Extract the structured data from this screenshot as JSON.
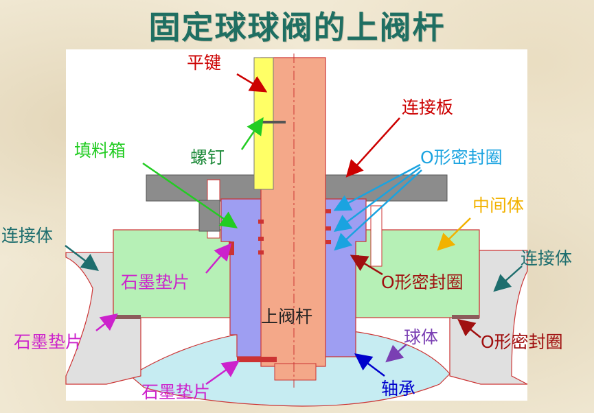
{
  "title": "固定球球阀的上阀杆",
  "labels": {
    "flat_key": "平键",
    "connecting_plate": "连接板",
    "stuffing_box": "填料箱",
    "screw": "螺钉",
    "o_ring_top": "O形密封圈",
    "middle_body": "中间体",
    "connector_left": "连接体",
    "connector_right": "连接体",
    "graphite_gasket_inner": "石墨垫片",
    "o_ring_mid": "O形密封圈",
    "upper_stem": "上阀杆",
    "ball": "球体",
    "graphite_gasket_left": "石墨垫片",
    "o_ring_right": "O形密封圈",
    "bearing": "轴承",
    "graphite_gasket_bottom": "石墨垫片"
  },
  "colors": {
    "title": "#1f6f62",
    "stem": "#f4a889",
    "key": "#ffff66",
    "plate": "#8c8c8c",
    "box": "#9e9ef2",
    "middle": "#b6f0b6",
    "connector": "#e0e0e0",
    "ball": "#c6ecf2",
    "red": "#cc0000",
    "green": "#22cc22",
    "blue": "#1aa3e0",
    "orange": "#f2b200",
    "teal": "#1e6e6e",
    "magenta": "#cc22cc",
    "purple": "#7a3fb3",
    "navy": "#0000cc"
  }
}
